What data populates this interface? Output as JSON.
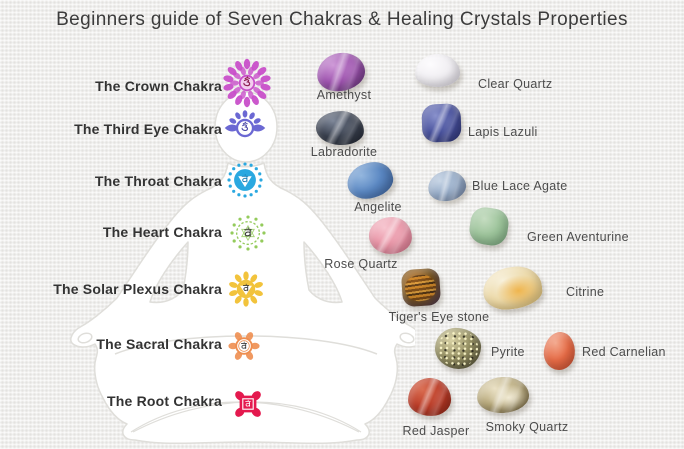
{
  "title": "Beginners guide of Seven Chakras & Healing Crystals Properties",
  "palette": {
    "background": "#efeeec",
    "silhouette": "#ffffff",
    "silhouette_outline": "#dfdeda",
    "title_text": "#3c3c3c",
    "chakra_label_text": "#333333",
    "stone_label_text": "#4c4c4c"
  },
  "chakras": [
    {
      "id": "crown",
      "label": "The Crown Chakra",
      "color": "#c84fc9",
      "seed_syllable": "ॐ"
    },
    {
      "id": "third-eye",
      "label": "The Third Eye Chakra",
      "color": "#6b68d3",
      "seed_syllable": "ॐ"
    },
    {
      "id": "throat",
      "label": "The Throat Chakra",
      "color": "#2aa8e0",
      "seed_syllable": "हं"
    },
    {
      "id": "heart",
      "label": "The Heart Chakra",
      "color": "#94cb5c",
      "seed_syllable": "यं"
    },
    {
      "id": "solar-plexus",
      "label": "The Solar Plexus Chakra",
      "color": "#f2c33c",
      "seed_syllable": "रं"
    },
    {
      "id": "sacral",
      "label": "The Sacral Chakra",
      "color": "#ee8e50",
      "seed_syllable": "वं"
    },
    {
      "id": "root",
      "label": "The Root Chakra",
      "color": "#e4194e",
      "seed_syllable": "लं"
    }
  ],
  "stones": [
    {
      "id": "amethyst",
      "name": "Amethyst",
      "colors": {
        "light": "#cf9ad8",
        "base": "#9c51ad",
        "dark": "#5e3370"
      }
    },
    {
      "id": "clear-quartz",
      "name": "Clear Quartz",
      "colors": {
        "light": "#fdfcfe",
        "base": "#f0eef2",
        "dark": "#d6d1db"
      }
    },
    {
      "id": "labradorite",
      "name": "Labradorite",
      "colors": {
        "light": "#7d8698",
        "base": "#3a414f",
        "dark": "#20242e"
      }
    },
    {
      "id": "lapis-lazuli",
      "name": "Lapis Lazuli",
      "colors": {
        "light": "#8a92cc",
        "base": "#47509c",
        "dark": "#2c3270"
      }
    },
    {
      "id": "angelite",
      "name": "Angelite",
      "colors": {
        "light": "#93b6de",
        "base": "#5a87c2",
        "dark": "#3c619c"
      }
    },
    {
      "id": "blue-lace-agate",
      "name": "Blue Lace Agate",
      "colors": {
        "light": "#c6d4e5",
        "base": "#93a9c6",
        "dark": "#71819f"
      }
    },
    {
      "id": "rose-quartz",
      "name": "Rose Quartz",
      "colors": {
        "light": "#f7c6d0",
        "base": "#e893a5",
        "dark": "#d3738a"
      }
    },
    {
      "id": "green-aventurine",
      "name": "Green Aventurine",
      "colors": {
        "light": "#c6ddc2",
        "base": "#9cc39a",
        "dark": "#78a67c"
      }
    },
    {
      "id": "tigers-eye",
      "name": "Tiger's Eye stone",
      "colors": {
        "light": "#c08038",
        "base": "#74511e",
        "dark": "#463352"
      }
    },
    {
      "id": "citrine",
      "name": "Citrine",
      "colors": {
        "light": "#f8f1dc",
        "base": "#ecd9a8",
        "dark": "#d7b668",
        "patch": "#efb54e"
      }
    },
    {
      "id": "pyrite",
      "name": "Pyrite",
      "colors": {
        "light": "#d8d1a4",
        "base": "#8f8a5e",
        "dark": "#44412e"
      }
    },
    {
      "id": "red-carnelian",
      "name": "Red Carnelian",
      "colors": {
        "light": "#f3a98e",
        "base": "#e56a45",
        "dark": "#c74d2f"
      }
    },
    {
      "id": "red-jasper",
      "name": "Red Jasper",
      "colors": {
        "light": "#da6c50",
        "base": "#b93a26",
        "dark": "#8c2617"
      }
    },
    {
      "id": "smoky-quartz",
      "name": "Smoky Quartz",
      "colors": {
        "light": "#ebe2c6",
        "base": "#b5a678",
        "dark": "#6c5c3a",
        "patch": "#f0e9d2"
      }
    }
  ]
}
